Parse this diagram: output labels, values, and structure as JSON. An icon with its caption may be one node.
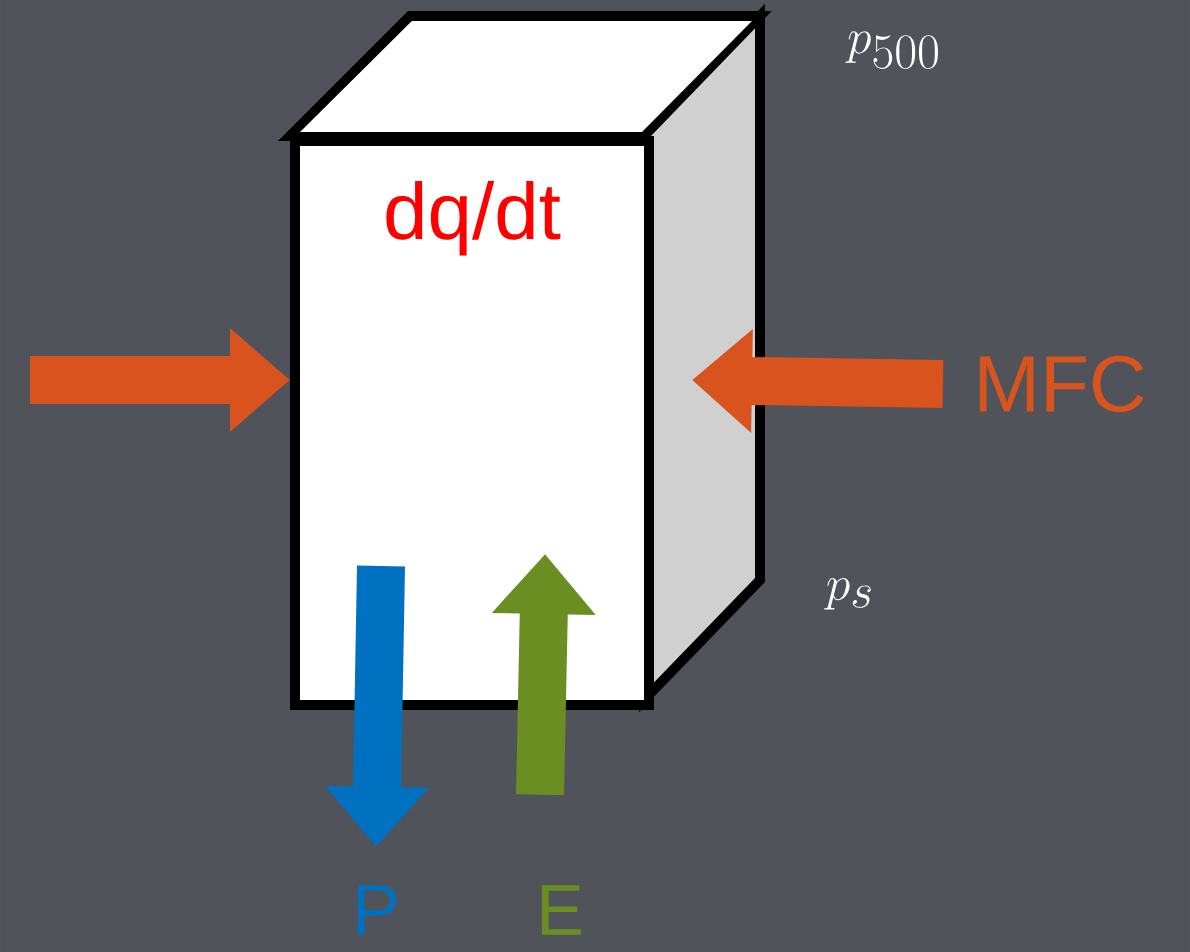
{
  "diagram": {
    "nodes": [
      {
        "text": [
          "dq/dt"
        ]
      },
      {
        "text": [
          "P"
        ]
      },
      {
        "text": [
          "E"
        ]
      },
      {
        "text": [
          "MFC"
        ]
      }
    ],
    "edges": [
      {
        "from": null,
        "to": 0,
        "arrow": "to",
        "color": "#d9531e"
      },
      {
        "from": 3,
        "to": 0,
        "arrow": "to",
        "color": "#d9531e"
      },
      {
        "from": 0,
        "to": 1,
        "arrow": "to",
        "color": "#0070c0"
      },
      {
        "from": 2,
        "to": 0,
        "arrow": "to",
        "color": "#6b8e23"
      }
    ],
    "labels": [
      "p_{500}",
      "p_s"
    ]
  }
}
